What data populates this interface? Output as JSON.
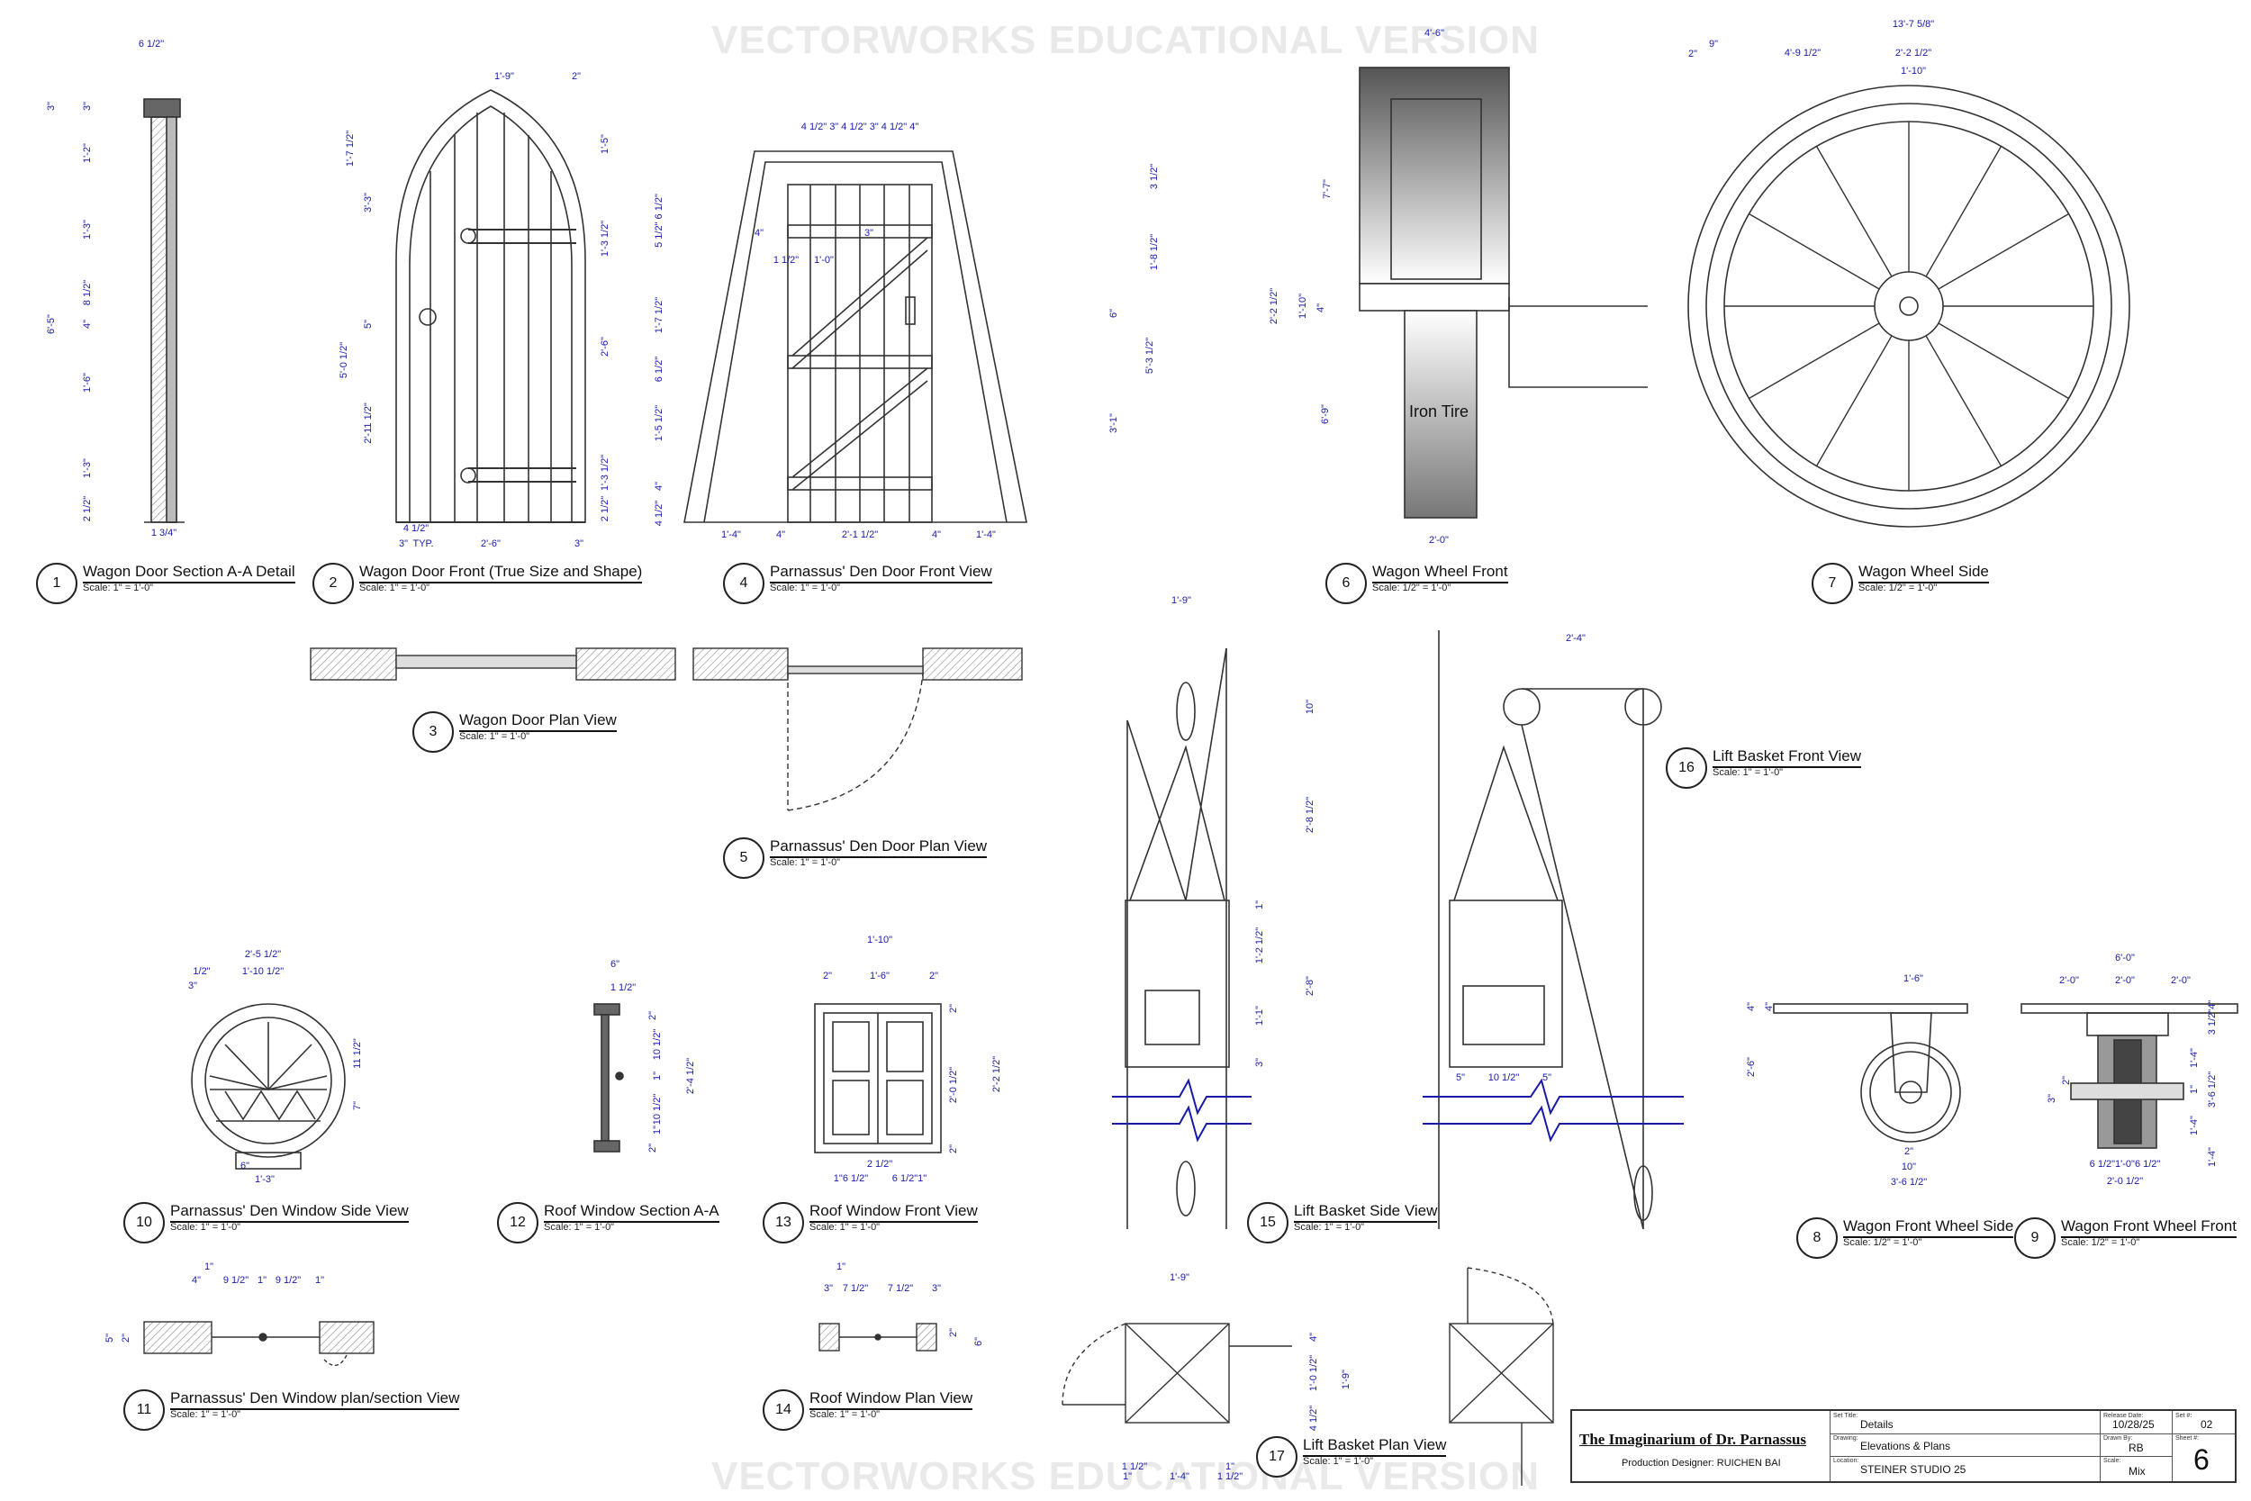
{
  "watermark": {
    "top": "VECTORWORKS EDUCATIONAL VERSION",
    "bottom": "VECTORWORKS EDUCATIONAL VERSION"
  },
  "drawings": [
    {
      "num": "1",
      "name": "Wagon Door Section A-A Detail",
      "scale": "Scale: 1\" = 1'-0\""
    },
    {
      "num": "2",
      "name": "Wagon Door Front (True Size and Shape)",
      "scale": "Scale: 1\" = 1'-0\""
    },
    {
      "num": "4",
      "name": "Parnassus' Den Door Front View",
      "scale": "Scale: 1\" = 1'-0\""
    },
    {
      "num": "6",
      "name": "Wagon Wheel Front",
      "scale": "Scale: 1/2\" = 1'-0\""
    },
    {
      "num": "7",
      "name": "Wagon Wheel Side",
      "scale": "Scale: 1/2\" = 1'-0\""
    },
    {
      "num": "3",
      "name": "Wagon Door Plan View",
      "scale": "Scale: 1\" = 1'-0\""
    },
    {
      "num": "5",
      "name": "Parnassus' Den Door Plan View",
      "scale": "Scale: 1\" = 1'-0\""
    },
    {
      "num": "16",
      "name": "Lift Basket Front View",
      "scale": "Scale: 1\" = 1'-0\""
    },
    {
      "num": "10",
      "name": "Parnassus' Den Window Side View",
      "scale": "Scale: 1\" = 1'-0\""
    },
    {
      "num": "12",
      "name": "Roof Window Section A-A",
      "scale": "Scale: 1\" = 1'-0\""
    },
    {
      "num": "13",
      "name": "Roof Window Front View",
      "scale": "Scale: 1\" = 1'-0\""
    },
    {
      "num": "15",
      "name": "Lift Basket Side View",
      "scale": "Scale: 1\" = 1'-0\""
    },
    {
      "num": "8",
      "name": "Wagon Front Wheel Side",
      "scale": "Scale: 1/2\" = 1'-0\""
    },
    {
      "num": "9",
      "name": "Wagon Front Wheel Front",
      "scale": "Scale: 1/2\" = 1'-0\""
    },
    {
      "num": "11",
      "name": "Parnassus' Den Window plan/section View",
      "scale": "Scale: 1\" = 1'-0\""
    },
    {
      "num": "14",
      "name": "Roof Window Plan View",
      "scale": "Scale: 1\" = 1'-0\""
    },
    {
      "num": "17",
      "name": "Lift Basket Plan View",
      "scale": "Scale: 1\" = 1'-0\""
    }
  ],
  "annotations": {
    "iron_tire": "Iron Tire"
  },
  "dimensions": {
    "d1": [
      "6 1/2\"",
      "3\"",
      "3\"",
      "1'-2\"",
      "1'-3\"",
      "8 1/2\"",
      "4\"",
      "6'-5\"",
      "1'-6\"",
      "1'-3\"",
      "2 1/2\"",
      "1 3/4\""
    ],
    "d2": [
      "1'-9\"",
      "2\"",
      "1'-7 1/2\"",
      "3'-3\"",
      "1'-5\"",
      "1'-3 1/2\"",
      "5\"",
      "2'-6\"",
      "5'-0 1/2\"",
      "2'-11 1/2\"",
      "1'-3 1/2\"",
      "2 1/2\"",
      "4 1/2\"",
      "3\"",
      "TYP.",
      "2'-6\"",
      "3\""
    ],
    "d4": [
      "4 1/2\" 3\" 4 1/2\" 3\" 4 1/2\" 4\"",
      "3 1/2\"",
      "5 1/2\" 6 1/2\"",
      "4\"",
      "3\"",
      "1'-8 1/2\"",
      "1 1/2\"",
      "1'-0\"",
      "1'-7 1/2\"",
      "6\"",
      "5'-3 1/2\"",
      "6 1/2\"",
      "3'-1\"",
      "1'-5 1/2\"",
      "4\"",
      "4 1/2\"",
      "1'-4\"",
      "4\"",
      "2'-1 1/2\"",
      "4\"",
      "1'-4\""
    ],
    "d6": [
      "4'-6\"",
      "7'-7\"",
      "2'-2 1/2\"",
      "1'-10\"",
      "4\"",
      "6'-9\"",
      "2'-0\""
    ],
    "d7": [
      "13'-7 5/8\"",
      "2\"",
      "9\"",
      "4'-9 1/2\"",
      "2'-2 1/2\"",
      "1'-10\""
    ],
    "d15": [
      "1'-9\"",
      "10\"",
      "2'-8 1/2\"",
      "1\"",
      "1'-2 1/2\"",
      "2'-8\"",
      "1'-1\"",
      "3\""
    ],
    "d16": [
      "2'-4\"",
      "5\"",
      "10 1/2\"",
      "5\""
    ],
    "d10": [
      "2'-5 1/2\"",
      "1/2\"",
      "1'-10 1/2\"",
      "3\"",
      "11 1/2\"",
      "7\"",
      "6\"",
      "1'-3\""
    ],
    "d12": [
      "6\"",
      "1 1/2\"",
      "2\"",
      "10 1/2\"",
      "1\"",
      "2'-4 1/2\"",
      "10 1/2\"",
      "1\"",
      "2\""
    ],
    "d13": [
      "1'-10\"",
      "2\"",
      "1'-6\"",
      "2\"",
      "2\"",
      "2'-0 1/2\"",
      "2'-2 1/2\"",
      "2\"",
      "2 1/2\"",
      "1\"6 1/2\"",
      "6 1/2\"1\""
    ],
    "d8": [
      "1'-6\"",
      "4\"",
      "4\"",
      "2'-6\"",
      "2\"",
      "10\"",
      "3'-6 1/2\""
    ],
    "d9": [
      "6'-0\"",
      "2'-0\"",
      "2'-0\"",
      "2'-0\"",
      "3 1/2\"4\"",
      "1'-4\"",
      "1\"",
      "1'-4\"",
      "3'-6 1/2\"",
      "2\"",
      "3\"",
      "1'-4\"",
      "6 1/2\"1'-0\"6 1/2\"",
      "2'-0 1/2\""
    ],
    "d11": [
      "4\"",
      "1\"",
      "9 1/2\"",
      "1\"",
      "9 1/2\"",
      "1\"",
      "5\"",
      "2\""
    ],
    "d14": [
      "1\"",
      "3\"",
      "7 1/2\"",
      "7 1/2\"",
      "3\"",
      "2\"",
      "6\""
    ],
    "d17": [
      "1'-9\"",
      "4\"",
      "1'-0 1/2\"",
      "1'-9\"",
      "4 1/2\"",
      "1 1/2\"",
      "1\"",
      "1'-4\"",
      "1\"",
      "1 1/2\""
    ]
  },
  "title_block": {
    "project": "The Imaginarium of Dr. Parnassus",
    "designer": "Production Designer: RUICHEN BAI",
    "set_title_label": "Set Title:",
    "set_title": "Details",
    "drawing_label": "Drawing:",
    "drawing": "Elevations & Plans",
    "location_label": "Location:",
    "location": "STEINER STUDIO 25",
    "release_label": "Release Date:",
    "release_date": "10/28/25",
    "drawn_label": "Drawn By:",
    "drawn_by": "RB",
    "scale_label": "Scale:",
    "scale": "Mix",
    "set_no_label": "Set #:",
    "set_no": "02",
    "sheet_label": "Sheet #:",
    "sheet_no": "6"
  }
}
